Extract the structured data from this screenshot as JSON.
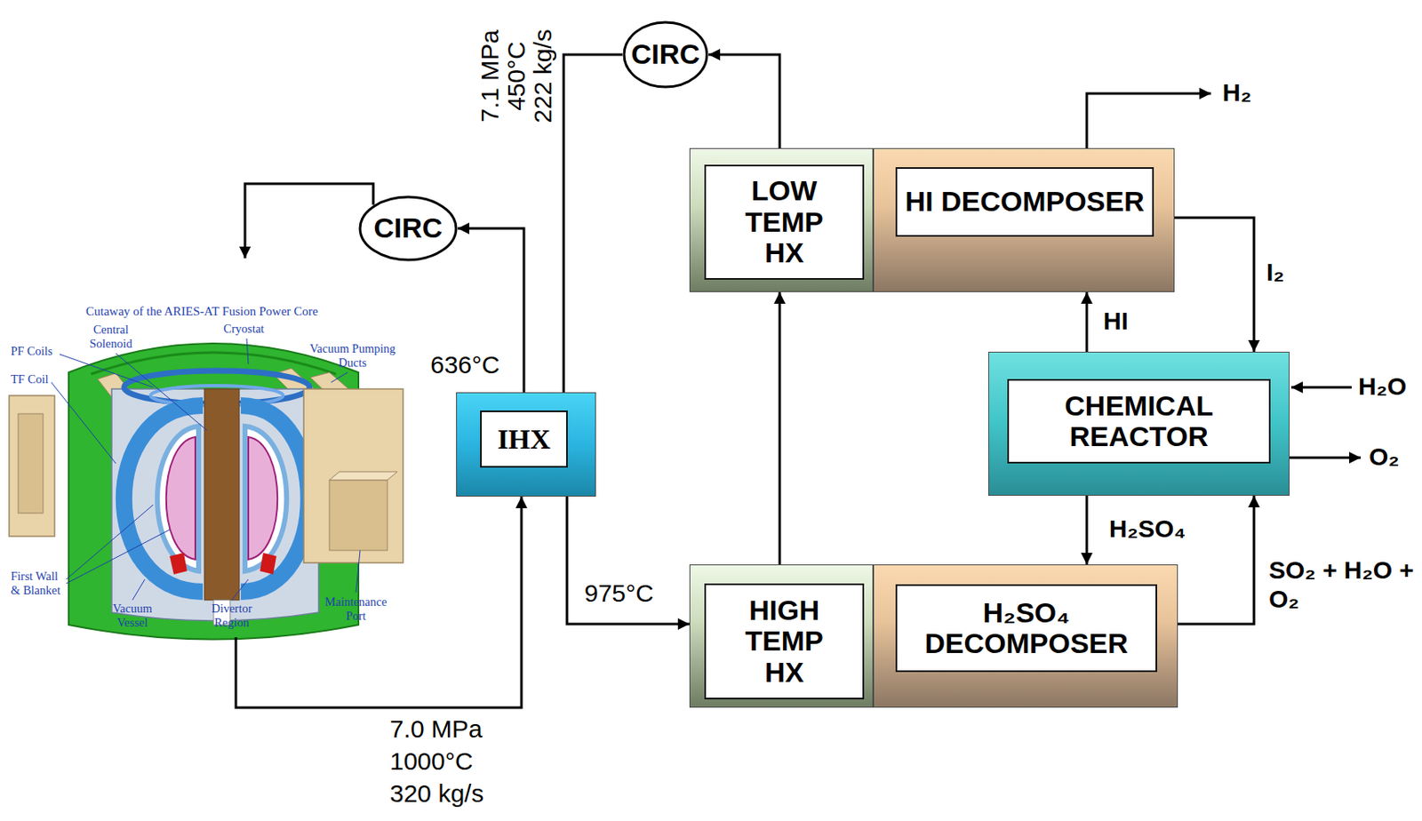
{
  "diagram": {
    "nodes": [
      {
        "text": [
          "Cutaway of the ARIES-AT Fusion Power Core"
        ]
      },
      {
        "text": [
          "CIRC"
        ]
      },
      {
        "text": [
          "IHX"
        ]
      },
      {
        "text": [
          "CIRC"
        ]
      },
      {
        "text": [
          "LOW TEMP HX"
        ]
      },
      {
        "text": [
          "HI DECOMPOSER"
        ]
      },
      {
        "text": [
          "CHEMICAL REACTOR"
        ]
      },
      {
        "text": [
          "HIGH TEMP HX"
        ]
      },
      {
        "text": [
          "H₂SO₄ DECOMPOSER"
        ]
      }
    ],
    "edges": [
      {
        "from": 0,
        "to": 2,
        "arrow": "to"
      },
      {
        "from": 2,
        "to": 1,
        "label": "636°C",
        "arrow": "to"
      },
      {
        "from": 1,
        "to": 0,
        "arrow": "to"
      },
      {
        "from": 3,
        "to": 2,
        "arrow": "none"
      },
      {
        "from": 2,
        "to": 7,
        "label": "975°C",
        "arrow": "to"
      },
      {
        "from": 7,
        "to": 4,
        "arrow": "to"
      },
      {
        "from": 4,
        "to": 3,
        "arrow": "to"
      },
      {
        "from": 5,
        "to": 6,
        "label": "I₂",
        "arrow": "to"
      },
      {
        "from": 6,
        "to": 5,
        "label": "HI",
        "arrow": "to"
      },
      {
        "from": 6,
        "to": 8,
        "label": "H₂SO₄",
        "arrow": "to"
      },
      {
        "from": 8,
        "to": 6,
        "label": "SO₂ + H₂O + O₂",
        "arrow": "to"
      }
    ],
    "labels": [
      "Central Solenoid",
      "Cryostat",
      "PF Coils",
      "Vacuum Pumping Ducts",
      "TF Coil",
      "First Wall & Blanket",
      "Vacuum Vessel",
      "Divertor Region",
      "Maintenance Port",
      "7.0 MPa",
      "1000°C",
      "320 kg/s",
      "7.1 MPa",
      "450°C",
      "222 kg/s",
      "H₂",
      "H₂O",
      "O₂"
    ]
  }
}
